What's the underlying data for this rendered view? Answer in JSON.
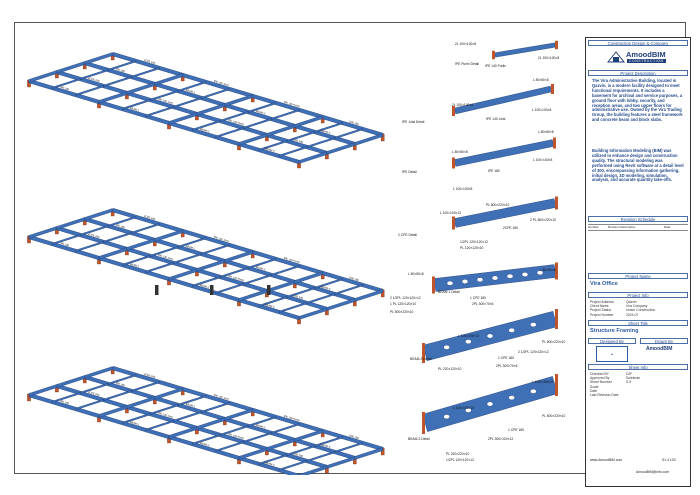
{
  "title_block": {
    "company_header": "Construction Design & Company",
    "logo_main": "AmoodBIM",
    "logo_sub": "CONSTRUCTION",
    "project_description_header": "Project Description",
    "description_p1": "The Vira Administrative Building, located in Qazvin, is a modern facility designed to meet functional requirements. It includes a basement for archival and service purposes, a ground floor with lobby, security, and reception areas, and two upper floors for administrative use. Owned by the Vira Trading Group, the building features a steel framework and concrete beam and block slabs.",
    "description_p2": "Building Information Modeling (BIM) was utilized to enhance design and construction quality. The structural modeling was performed using Revit software at a detail level of 300, encompassing information gathering, initial design, 3D modeling, simulation, analysis, and accurate quantity take-offs.",
    "revision_header": "Revision Schedule",
    "revision_columns": [
      "Number",
      "Revision Description",
      "Date"
    ],
    "project_name_header": "Project Name",
    "project_name": "Vira Office",
    "project_info_header": "Project Info",
    "project_info": [
      {
        "key": "Project Address",
        "value": "Qazvin"
      },
      {
        "key": "Client Name",
        "value": "Vira Company"
      },
      {
        "key": "Project Status",
        "value": "Under Construction"
      },
      {
        "key": "Project Number",
        "value": "2024-07"
      }
    ],
    "sheet_title_header": "Sheet Title",
    "sheet_title": "Structure Framing",
    "designed_by_label": "Designed By",
    "drawn_by_label": "Drawn By",
    "sheet_info_header": "Sheet Info",
    "sheet_info": [
      {
        "key": "Checked BY",
        "value": "DJF"
      },
      {
        "key": "Approved By",
        "value": "Soleiman"
      },
      {
        "key": "Sheet Number",
        "value": "S-9"
      },
      {
        "key": "Scale",
        "value": ""
      },
      {
        "key": "Date",
        "value": ""
      },
      {
        "key": "Last Revision Date",
        "value": ""
      }
    ],
    "footer_website": "www.AmoodBIM.com",
    "footer_sheet": "S1.4 100",
    "footer_email": "AmoodBIM@info.com"
  },
  "details": {
    "purlin": {
      "title": "IPE Purlin Detail",
      "label_a": "2L 100×100×8",
      "label_b": "2L 100×100×8",
      "member": "IPE 140 Purlin"
    },
    "joist": {
      "title": "IPE Joist Detail",
      "label_a": "L 80×80×8",
      "label_b": "2L 100×100×8",
      "label_c": "L 100×100×8",
      "member": "IPE 140 Joist"
    },
    "ipe": {
      "title": "IPE Detail",
      "label_a": "L 80×80×8",
      "label_b": "L 80×80×8",
      "label_c": "L 100×100×8",
      "label_d": "L 100×100×8",
      "member": "IPE 180"
    },
    "cpe": {
      "title": "2 CPE Detail",
      "label_a": "L 100×100×12",
      "label_b": "PL 800×220×10",
      "label_c": "2 PL 800×220×10",
      "label_d": "1/2PL 120×120×12",
      "label_e": "PL 120×120×10",
      "member": "2CPE 180"
    },
    "beam1": {
      "title": "BEAM-1 Detail",
      "label_a": "L 80×80×8",
      "label_b": "L 80×80×8",
      "label_c": "2 1/2PL 120×120×12",
      "label_d": "1 PL 120×120×10",
      "label_e": "PL 600×220×10",
      "member": "1 CPE 180",
      "member2": "2PL 300×70×6"
    },
    "beam2": {
      "title": "BEAM-2 Detail",
      "label_a": "L 100×100×10",
      "label_b": "PL 600×220×10",
      "label_c": "2 1/2PL 120×120×12",
      "label_d": "PL 220×120×10",
      "member": "1 CPE 180",
      "member2": "2PL 300×70×6"
    },
    "beam3": {
      "title": "BEAM-3 Detail",
      "label_a": "L 100×100×10",
      "label_b": "L 100×100×10",
      "label_c": "PL 600×220×10",
      "label_d": "PL 220×220×10",
      "label_e": "1/2PL 120×120×12",
      "member": "1 CPE 180",
      "member2": "2PL 300×120×12"
    }
  },
  "plans": {
    "level_labels": [
      "IPE 180",
      "BEAM-1",
      "BEAM-2",
      "BEAM-3",
      "2CPE 180",
      "IPE 140 Joist",
      "IPE 140 Purlin",
      "CPE 180"
    ]
  },
  "colors": {
    "beam": "#3f6fb5",
    "beam_dark": "#1f3f7a",
    "column": "#c0542a",
    "title_blue": "#2a5aa8"
  }
}
